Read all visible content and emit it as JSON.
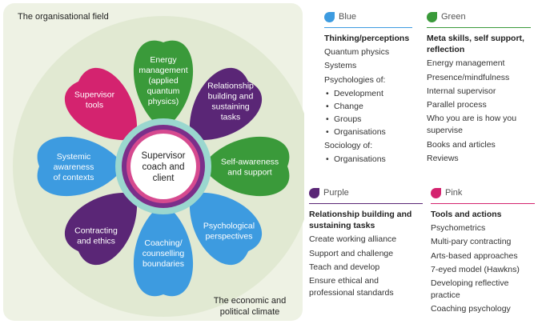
{
  "diagram": {
    "field_label": "The organisational field",
    "climate_label": [
      "The economic and",
      "political climate"
    ],
    "center_label": [
      "Supervisor",
      "coach and",
      "client"
    ],
    "petals": [
      {
        "id": "energy",
        "lines": [
          "Energy",
          "management",
          "(applied",
          "quantum",
          "physics)"
        ],
        "color": "#3a9a3a"
      },
      {
        "id": "relationship",
        "lines": [
          "Relationship",
          "building and",
          "sustaining",
          "tasks"
        ],
        "color": "#5a2676"
      },
      {
        "id": "self-awareness",
        "lines": [
          "Self-awareness",
          "and support"
        ],
        "color": "#3a9a3a"
      },
      {
        "id": "psychological",
        "lines": [
          "Psychological",
          "perspectives"
        ],
        "color": "#3d9be0"
      },
      {
        "id": "coaching",
        "lines": [
          "Coaching/",
          "counselling",
          "boundaries"
        ],
        "color": "#3d9be0"
      },
      {
        "id": "contracting",
        "lines": [
          "Contracting",
          "and ethics"
        ],
        "color": "#5a2676"
      },
      {
        "id": "systemic",
        "lines": [
          "Systemic",
          "awareness",
          "of contexts"
        ],
        "color": "#3d9be0"
      },
      {
        "id": "supervisor-tools",
        "lines": [
          "Supervisor",
          "tools"
        ],
        "color": "#d4236f"
      }
    ]
  },
  "legend": {
    "blue": {
      "label": "Blue",
      "color": "#3d9be0",
      "title": "Thinking/perceptions",
      "items": [
        {
          "text": "Quantum physics",
          "bullet": false
        },
        {
          "text": "Systems",
          "bullet": false
        },
        {
          "text": "Psychologies of:",
          "bullet": false
        },
        {
          "text": "Development",
          "bullet": true
        },
        {
          "text": "Change",
          "bullet": true
        },
        {
          "text": "Groups",
          "bullet": true
        },
        {
          "text": "Organisations",
          "bullet": true
        },
        {
          "text": "Sociology of:",
          "bullet": false
        },
        {
          "text": "Organisations",
          "bullet": true
        }
      ]
    },
    "green": {
      "label": "Green",
      "color": "#3a9a3a",
      "title": "Meta skills, self support, reflection",
      "items": [
        "Energy management",
        "Presence/mindfulness",
        "Internal supervisor",
        "Parallel process",
        "Who you are is how you supervise",
        "Books and articles",
        "Reviews"
      ]
    },
    "purple": {
      "label": "Purple",
      "color": "#5a2676",
      "title": "Relationship building and sustaining tasks",
      "items": [
        "Create working alliance",
        "Support and challenge",
        "Teach and develop",
        "Ensure ethical and professional standards"
      ]
    },
    "pink": {
      "label": "Pink",
      "color": "#d4236f",
      "title": "Tools and actions",
      "items": [
        "Psychometrics",
        "Multi-pary contracting",
        "Arts-based approaches",
        "7-eyed model (Hawkns)",
        "Developing reflective practice",
        "Coaching psychology"
      ]
    }
  }
}
